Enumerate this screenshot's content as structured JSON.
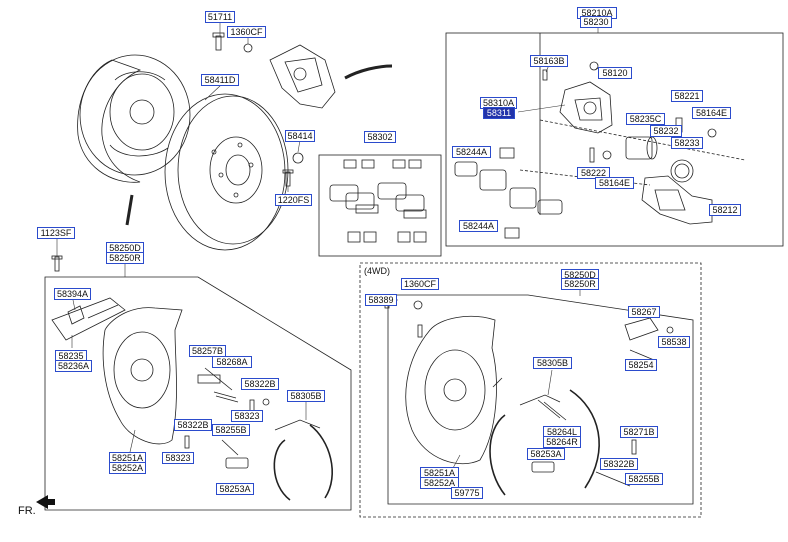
{
  "section_4wd": "(4WD)",
  "direction_label": "FR.",
  "labels": [
    "51711",
    "1360CF",
    "58411D",
    "58414",
    "1220FS",
    "58302",
    "58210A",
    "58230",
    "58163B",
    "58120",
    "58310A",
    "58311",
    "58221",
    "58164E",
    "58235C",
    "58232",
    "58233",
    "58244A",
    "58222",
    "58164E",
    "58212",
    "58244A",
    "1123SF",
    "58250D",
    "58250R",
    "58394A",
    "58235",
    "58236A",
    "58257B",
    "58268A",
    "58322B",
    "58323",
    "58322B",
    "58255B",
    "58305B",
    "58323",
    "58251A",
    "58252A",
    "58253A",
    "1360CF",
    "58250D",
    "58250R",
    "58389",
    "58267",
    "58538",
    "58305B",
    "58254",
    "58264L",
    "58264R",
    "58271B",
    "58253A",
    "58322B",
    "58251A",
    "58252A",
    "58255B",
    "59775"
  ],
  "highlight_color": "#2233aa",
  "box_border_color": "#2b4bcc"
}
